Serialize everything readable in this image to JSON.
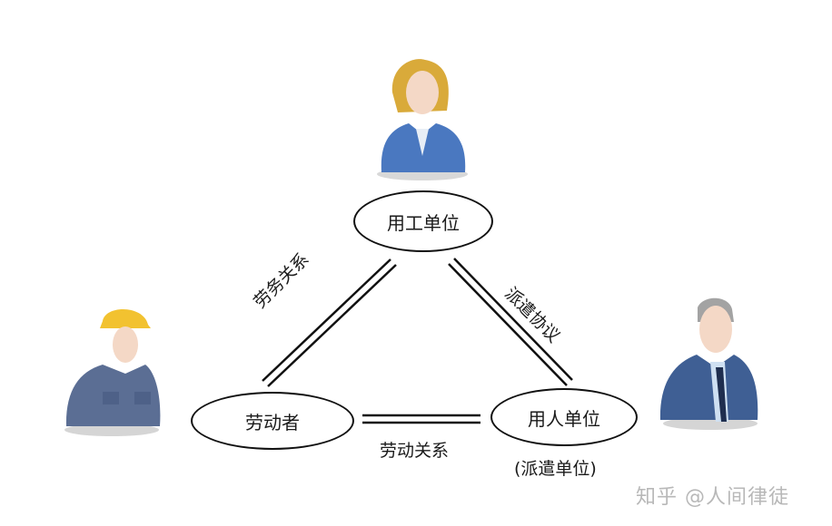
{
  "nodes": {
    "employer": "用工单位",
    "worker": "劳动者",
    "dispatcher": "用人单位",
    "dispatcher_note": "(派遣单位)"
  },
  "edges": {
    "left": "劳务关系",
    "right": "派遣协议",
    "bottom": "劳动关系"
  },
  "avatars": {
    "top": "businesswoman-icon",
    "left": "construction-worker-icon",
    "right": "businessman-icon"
  },
  "watermark": "知乎 @人间律徒"
}
